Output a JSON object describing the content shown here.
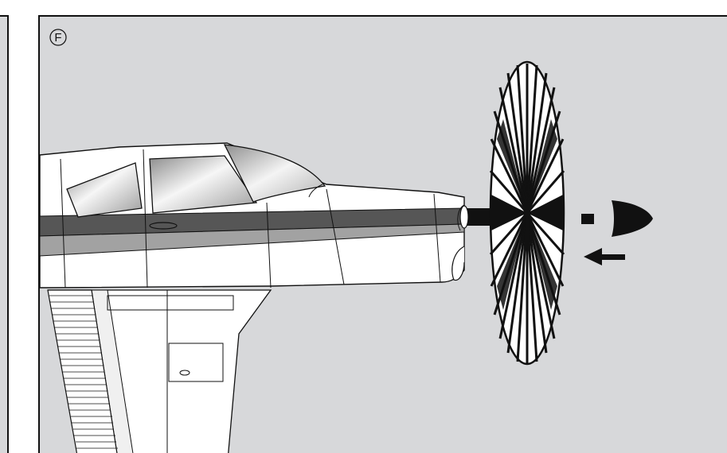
{
  "figure": {
    "step_label": "F",
    "colors": {
      "background": "#d7d8da",
      "outline": "#111111",
      "fuselage_white": "#ffffff",
      "stripe_dark": "#565656",
      "stripe_light": "#a2a2a2",
      "glass_light": "#f4f4f4",
      "glass_dark": "#8e8e8e",
      "spinner": "#111111"
    },
    "icons": [
      "airplane-nose-illustration",
      "propeller-disc",
      "spinner-cone",
      "insert-arrow"
    ]
  }
}
